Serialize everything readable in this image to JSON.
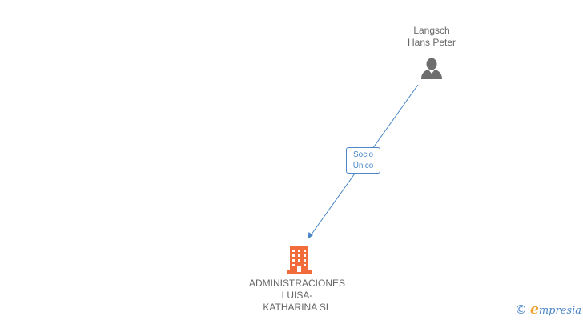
{
  "person": {
    "name_line1": "Langsch",
    "name_line2": "Hans Peter",
    "icon": "person-icon",
    "color": "#6e6e6e"
  },
  "company": {
    "name_line1": "ADMINISTRACIONES",
    "name_line2": "LUISA-",
    "name_line3": "KATHARINA SL",
    "icon": "building-icon",
    "color": "#f26b3a"
  },
  "relation": {
    "label_line1": "Socio",
    "label_line2": "Único",
    "color": "#4a86c8"
  },
  "watermark": {
    "copyright": "©",
    "brand_first": "e",
    "brand_rest": "mpresia"
  }
}
